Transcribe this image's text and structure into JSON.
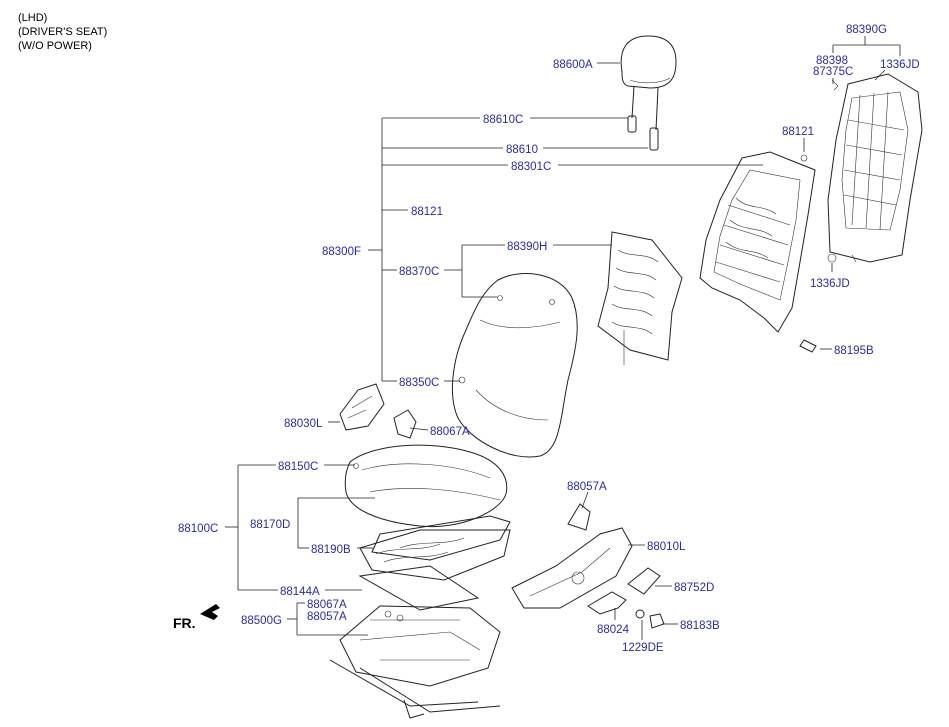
{
  "header": {
    "line1": "(LHD)",
    "line2": "(DRIVER'S SEAT)",
    "line3": "(W/O POWER)"
  },
  "front_marker": "FR.",
  "labels": {
    "p88390G": "88390G",
    "p88398": "88398",
    "p87375C": "87375C",
    "p1336JD_a": "1336JD",
    "p88600A": "88600A",
    "p88610C": "88610C",
    "p88610": "88610",
    "p88301C": "88301C",
    "p88121_a": "88121",
    "p88121_b": "88121",
    "p88300F": "88300F",
    "p88390H": "88390H",
    "p88370C": "88370C",
    "p1336JD_b": "1336JD",
    "p88195B": "88195B",
    "p88350C": "88350C",
    "p88030L": "88030L",
    "p88067A_a": "88067A",
    "p88150C": "88150C",
    "p88057A_a": "88057A",
    "p88100C": "88100C",
    "p88170D": "88170D",
    "p88010L": "88010L",
    "p88190B": "88190B",
    "p88752D": "88752D",
    "p88144A": "88144A",
    "p88067A_b": "88067A",
    "p88057A_b": "88057A",
    "p88500G": "88500G",
    "p88024": "88024",
    "p88183B": "88183B",
    "p1229DE": "1229DE"
  },
  "colors": {
    "label": "#2a2aa8",
    "line": "#222222",
    "background": "#ffffff"
  }
}
